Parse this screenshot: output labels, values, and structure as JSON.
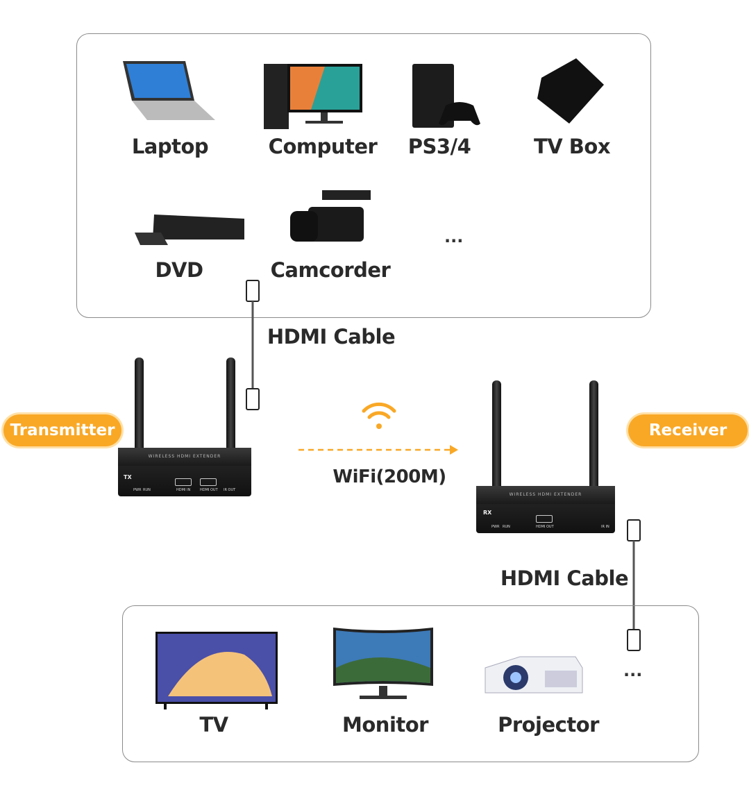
{
  "sources": {
    "items": [
      {
        "label": "Laptop",
        "icon": "laptop-icon"
      },
      {
        "label": "Computer",
        "icon": "computer-icon"
      },
      {
        "label": "PS3/4",
        "icon": "game-console-icon"
      },
      {
        "label": "TV Box",
        "icon": "tv-box-icon"
      },
      {
        "label": "DVD",
        "icon": "dvd-player-icon"
      },
      {
        "label": "Camcorder",
        "icon": "camcorder-icon"
      }
    ],
    "more": "..."
  },
  "cable_top": "HDMI Cable",
  "cable_bottom": "HDMI Cable",
  "transmitter": {
    "badge": "Transmitter",
    "code": "TX",
    "brand": "WIRELESS HDMI EXTENDER",
    "leds": [
      "PWR",
      "RUN"
    ],
    "ports": [
      "HDMI IN",
      "HDMI OUT",
      "IR OUT"
    ]
  },
  "receiver": {
    "badge": "Receiver",
    "code": "RX",
    "brand": "WIRELESS HDMI EXTENDER",
    "leds": [
      "PWR",
      "RUN"
    ],
    "ports": [
      "HDMI OUT",
      "IR IN"
    ]
  },
  "link": {
    "label": "WiFi(200M)",
    "icon": "wifi-icon"
  },
  "displays": {
    "items": [
      {
        "label": "TV",
        "icon": "tv-icon"
      },
      {
        "label": "Monitor",
        "icon": "monitor-icon"
      },
      {
        "label": "Projector",
        "icon": "projector-icon"
      }
    ],
    "more": "..."
  },
  "colors": {
    "accent": "#f9a826",
    "border": "#8a8a8a"
  }
}
